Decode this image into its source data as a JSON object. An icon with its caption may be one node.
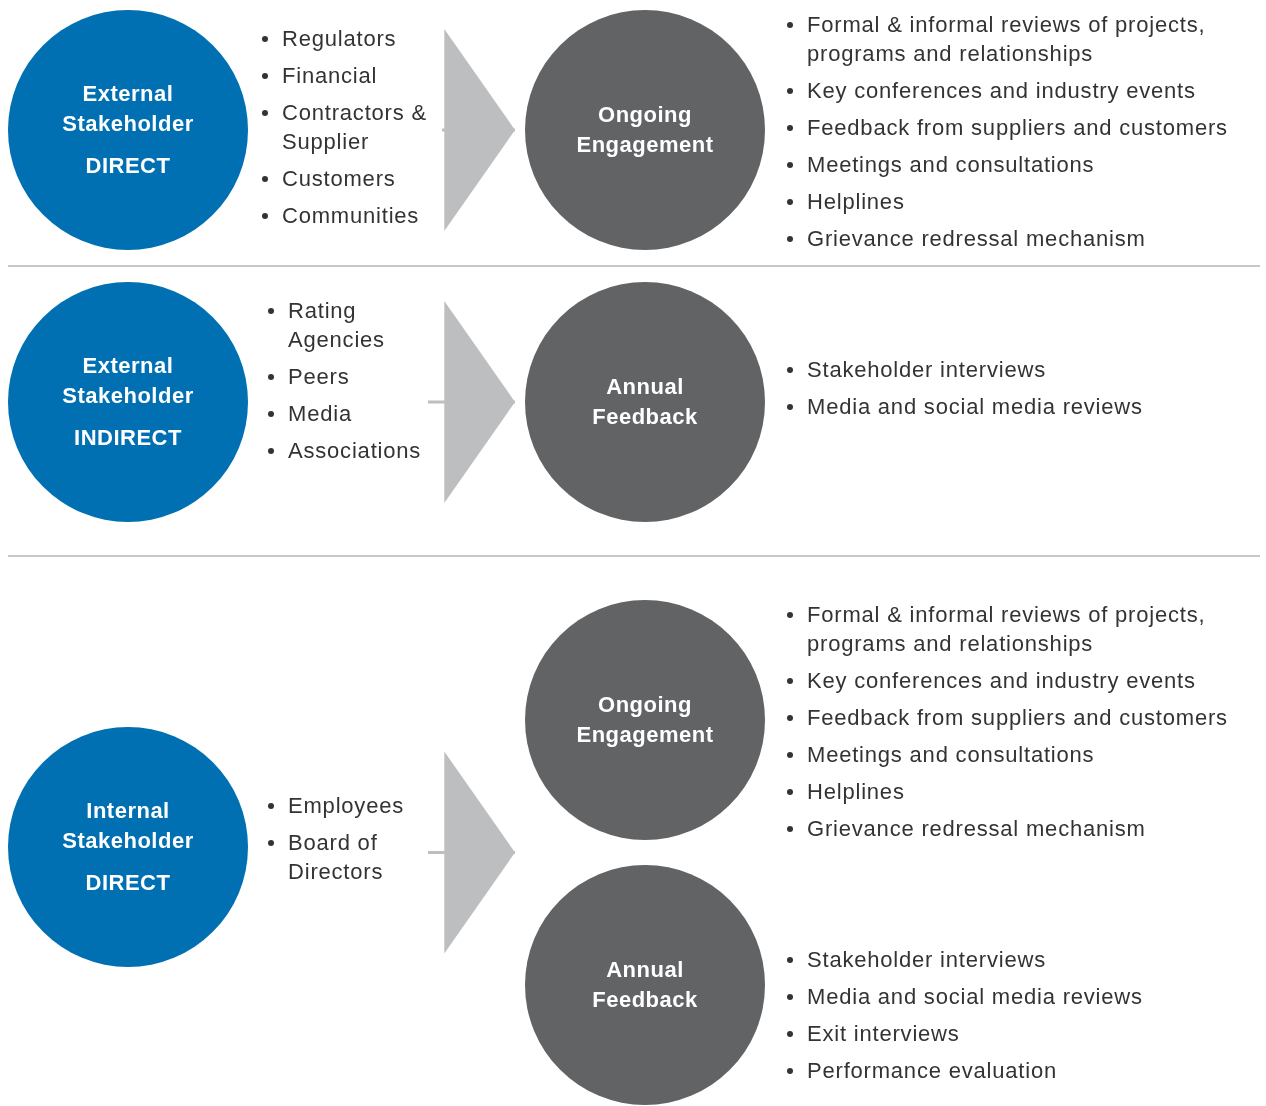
{
  "diagram": {
    "nodes": [
      {
        "text": [
          "External Stakeholder",
          "DIRECT"
        ]
      },
      {
        "text": [
          "Regulators",
          "Financial",
          "Contractors & Supplier",
          "Customers",
          "Communities"
        ]
      },
      {
        "text": [
          "Ongoing Engagement"
        ],
        "beside": [
          "Formal & informal reviews of projects, programs and relationships",
          "Key conferences and industry events",
          "Feedback from suppliers and customers",
          "Meetings and consultations",
          "Helplines",
          "Grievance redressal mechanism"
        ]
      },
      {
        "text": [
          "External Stakeholder",
          "INDIRECT"
        ]
      },
      {
        "text": [
          "Rating Agencies",
          "Peers",
          "Media",
          "Associations"
        ]
      },
      {
        "text": [
          "Annual Feedback"
        ],
        "beside": [
          "Stakeholder interviews",
          "Media and social media reviews"
        ]
      },
      {
        "text": [
          "Internal Stakeholder",
          "DIRECT"
        ]
      },
      {
        "text": [
          "Employees",
          "Board of Directors"
        ]
      },
      {
        "text": [
          "Ongoing Engagement"
        ],
        "beside": [
          "Formal & informal reviews of projects, programs and relationships",
          "Key conferences and industry events",
          "Feedback from suppliers and customers",
          "Meetings and consultations",
          "Helplines",
          "Grievance redressal mechanism"
        ]
      },
      {
        "text": [
          "Annual Feedback"
        ],
        "beside": [
          "Stakeholder interviews",
          "Media and social media reviews",
          "Exit interviews",
          "Performance evaluation"
        ]
      }
    ],
    "edges": [
      {
        "from": 1,
        "to": 2,
        "arrow": "to"
      },
      {
        "from": 4,
        "to": 5,
        "arrow": "to"
      },
      {
        "from": 7,
        "to": 8,
        "arrow": "to"
      },
      {
        "from": 7,
        "to": 9,
        "arrow": "to"
      }
    ]
  }
}
